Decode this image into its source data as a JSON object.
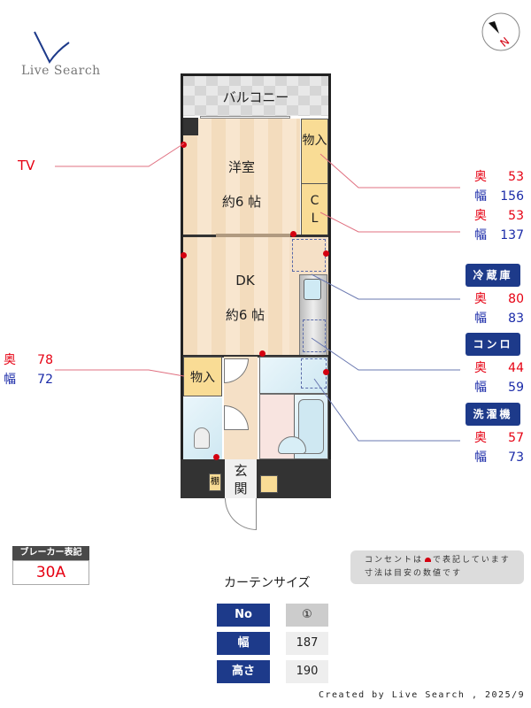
{
  "logo": {
    "text": "Live Search"
  },
  "compass": {
    "label": "N"
  },
  "floorplan": {
    "balcony": "バルコニー",
    "western_room": {
      "name": "洋室",
      "size": "約6 帖"
    },
    "dk": {
      "name": "DK",
      "size": "約6 帖"
    },
    "storage_top": "物入",
    "closet": "C\nL",
    "closet_c": "C",
    "closet_l": "L",
    "storage_left": "物入",
    "entrance": "玄関",
    "entrance_1": "玄",
    "entrance_2": "関",
    "shelf": "棚",
    "window_no": "①"
  },
  "annotations": {
    "tv": "TV",
    "storage_top": {
      "depth_label": "奥",
      "depth": "53",
      "width_label": "幅",
      "width": "156"
    },
    "closet": {
      "depth_label": "奥",
      "depth": "53",
      "width_label": "幅",
      "width": "137"
    },
    "fridge": {
      "badge": "冷蔵庫",
      "depth_label": "奥",
      "depth": "80",
      "width_label": "幅",
      "width": "83"
    },
    "stove": {
      "badge": "コンロ",
      "depth_label": "奥",
      "depth": "44",
      "width_label": "幅",
      "width": "59"
    },
    "washer": {
      "badge": "洗濯機",
      "depth_label": "奥",
      "depth": "57",
      "width_label": "幅",
      "width": "73"
    },
    "storage_left": {
      "depth_label": "奥",
      "depth": "78",
      "width_label": "幅",
      "width": "72"
    }
  },
  "breaker": {
    "label": "ブレーカー表記",
    "value": "30A"
  },
  "legend": {
    "line1_a": "コンセントは",
    "line1_b": "で表記しています",
    "line2": "寸法は目安の数値です"
  },
  "curtain": {
    "title": "カーテンサイズ",
    "rows": [
      {
        "header": "No",
        "value": "①"
      },
      {
        "header": "幅",
        "value": "187"
      },
      {
        "header": "高さ",
        "value": "190"
      }
    ]
  },
  "footer": "Created by Live Search , 2025/9"
}
